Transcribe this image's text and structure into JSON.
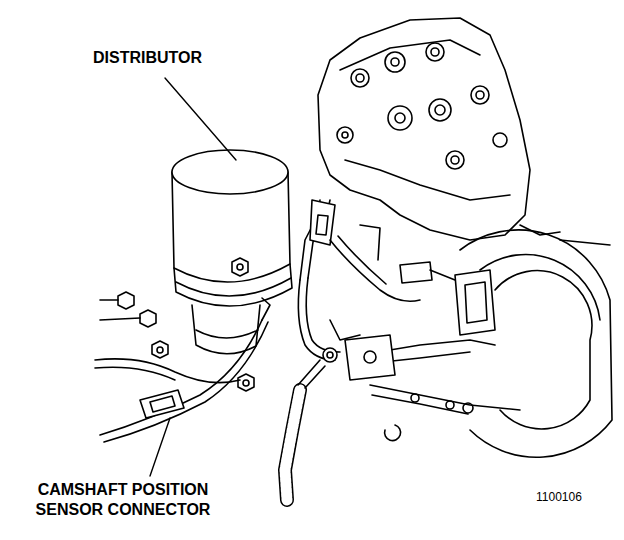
{
  "diagram": {
    "labels": [
      "DISTRIBUTOR",
      "CAMSHAFT POSITION SENSOR CONNECTOR",
      "1100106"
    ]
  }
}
